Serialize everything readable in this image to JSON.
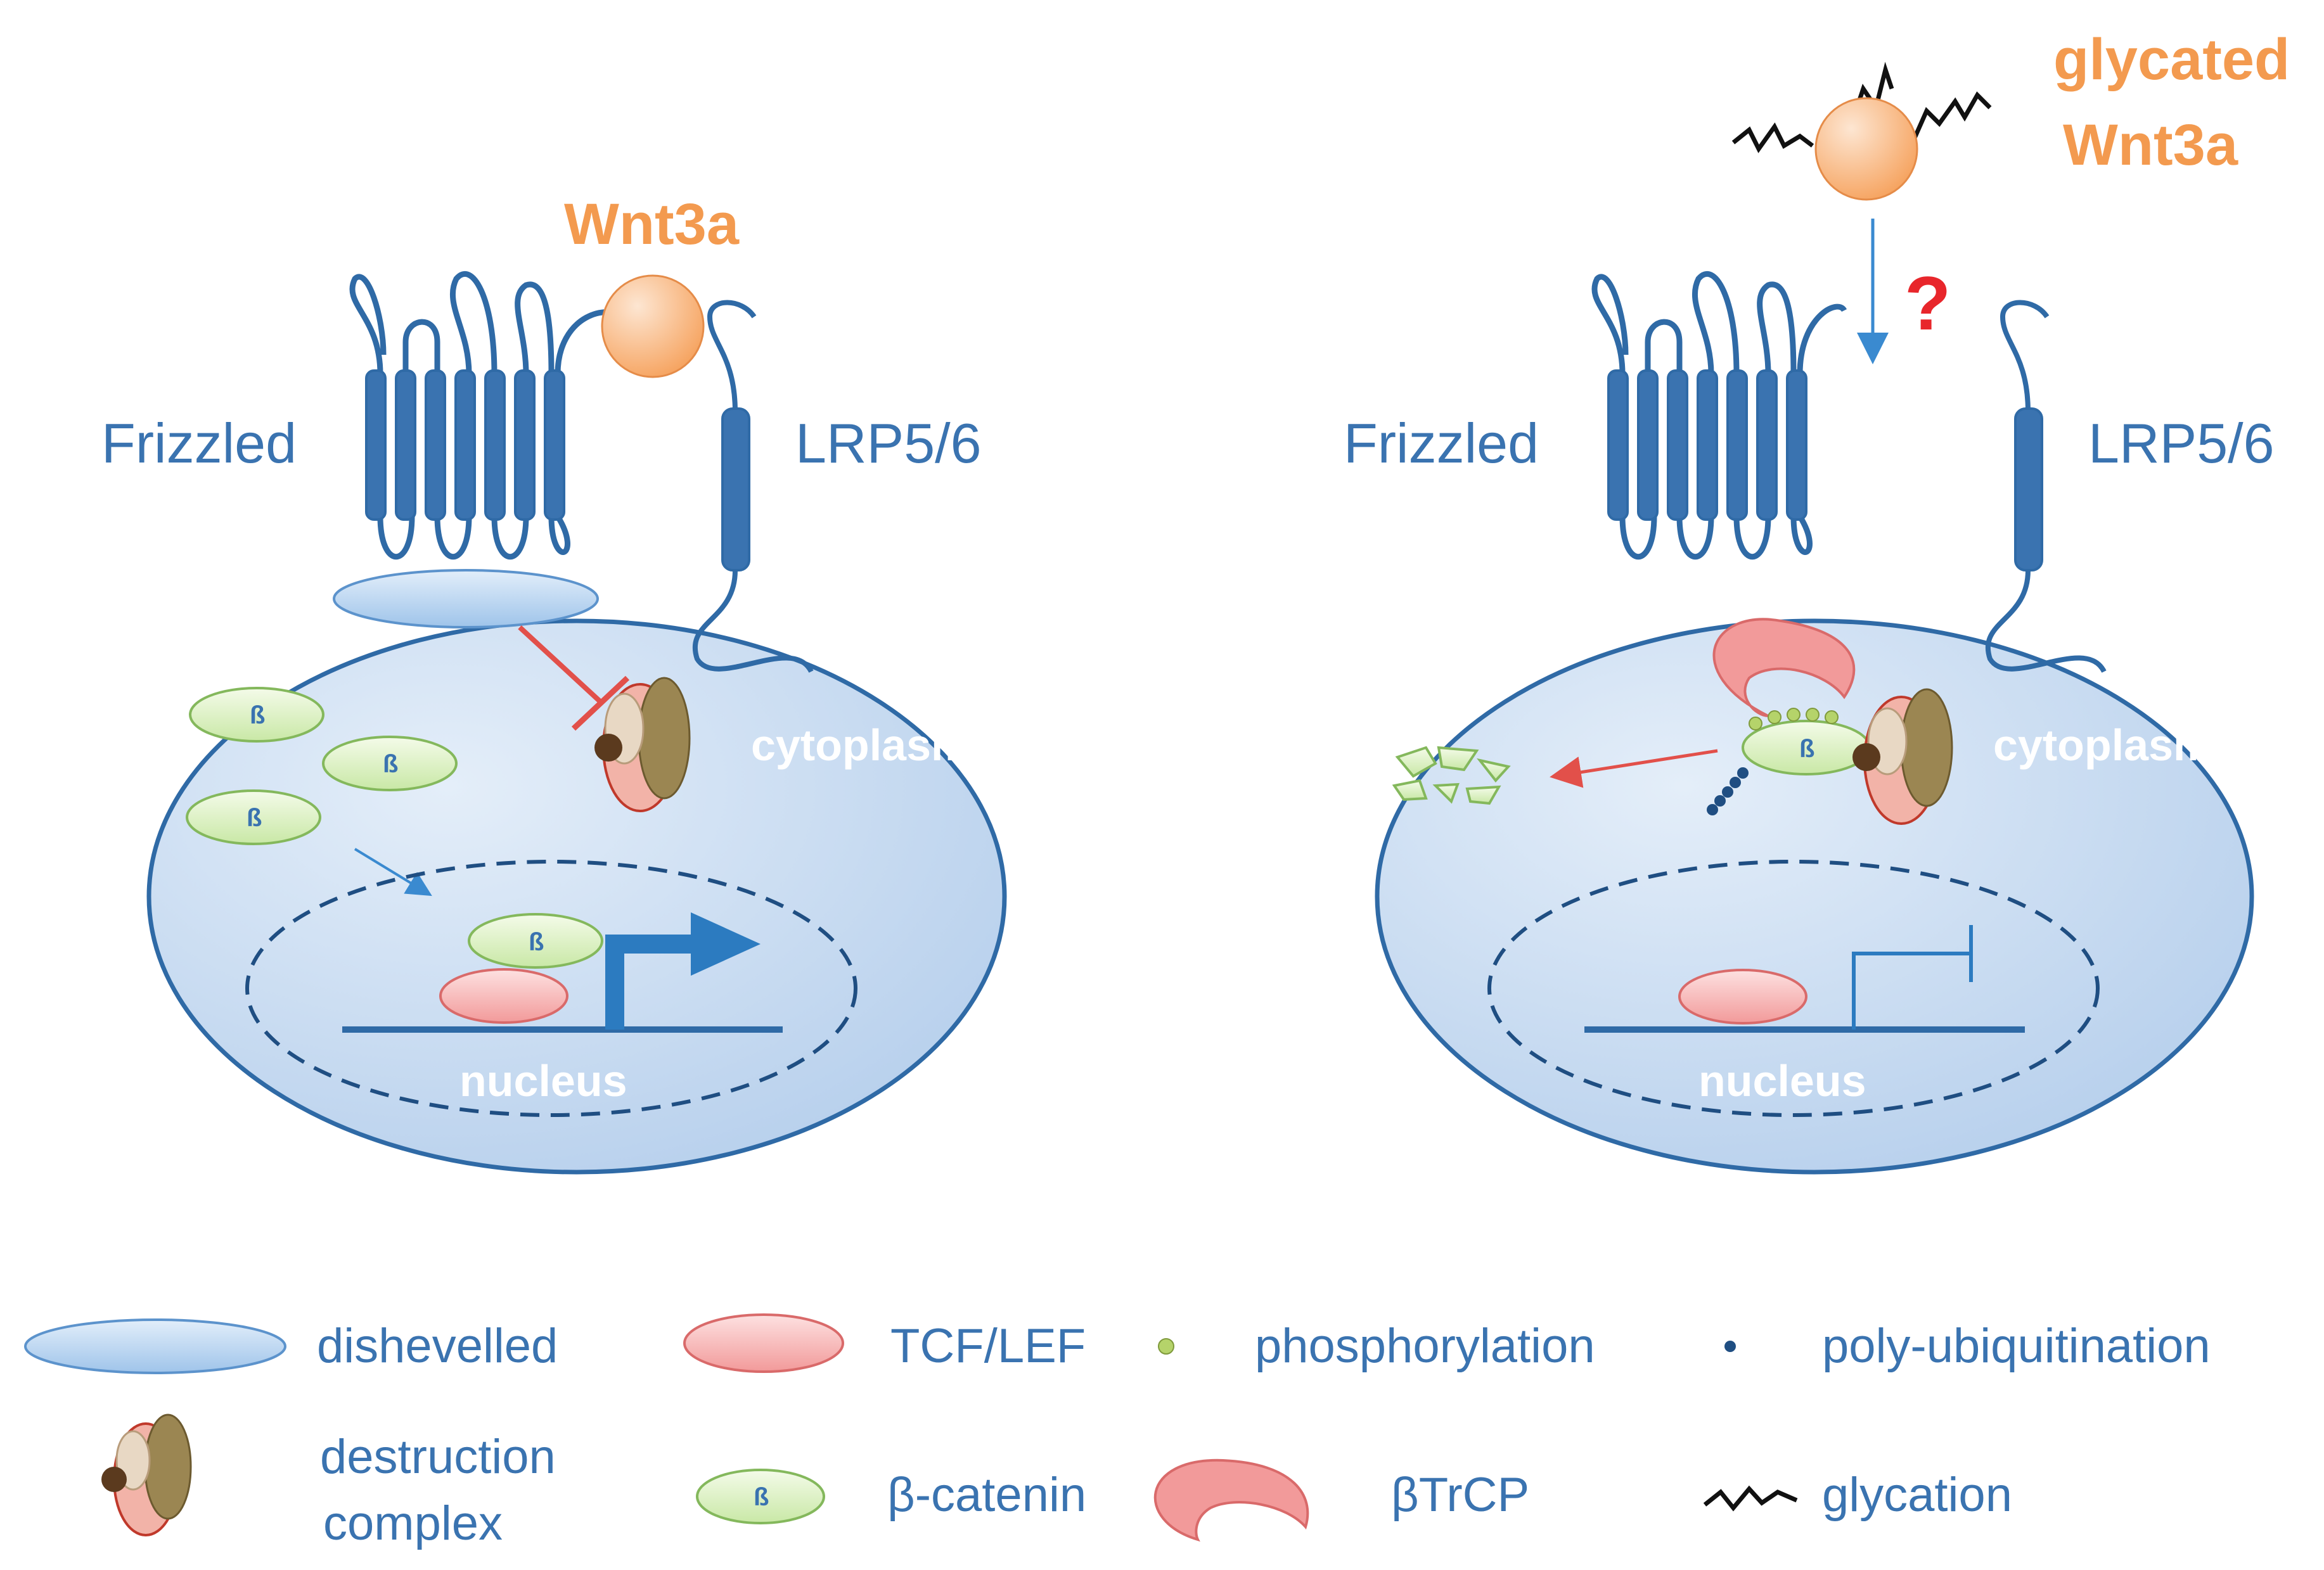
{
  "left_panel": {
    "ligand": "Wnt3a",
    "receptor": "Frizzled",
    "coreceptor": "LRP5/6",
    "cytoplasm": "cytoplasm",
    "nucleus": "nucleus",
    "beta_symbol": "ß"
  },
  "right_panel": {
    "ligand_line1": "glycated",
    "ligand_line2": "Wnt3a",
    "receptor": "Frizzled",
    "coreceptor": "LRP5/6",
    "cytoplasm": "cytoplasm",
    "nucleus": "nucleus",
    "question": "?",
    "beta_symbol": "ß"
  },
  "legend": {
    "dishevelled": "dishevelled",
    "tcf_lef": "TCF/LEF",
    "phosphorylation": "phosphorylation",
    "poly_ubiquitination": "poly-ubiquitination",
    "destruction_line1": "destruction",
    "destruction_line2": "complex",
    "beta_catenin": "β-catenin",
    "btrcp": "βTrCP",
    "glycation": "glycation"
  },
  "colors": {
    "cell_fill": "#cfe0f3",
    "cell_stroke": "#2f6aa6",
    "receptor": "#3a73b0",
    "wnt": "#f8b27a",
    "dishevelled": "#bcd8f3",
    "tcf": "#f6b7b7",
    "beta": "#dff2c8",
    "btrcp": "#f08c8c",
    "inhibit": "#e2504a",
    "accent_orange": "#f39a4f"
  }
}
